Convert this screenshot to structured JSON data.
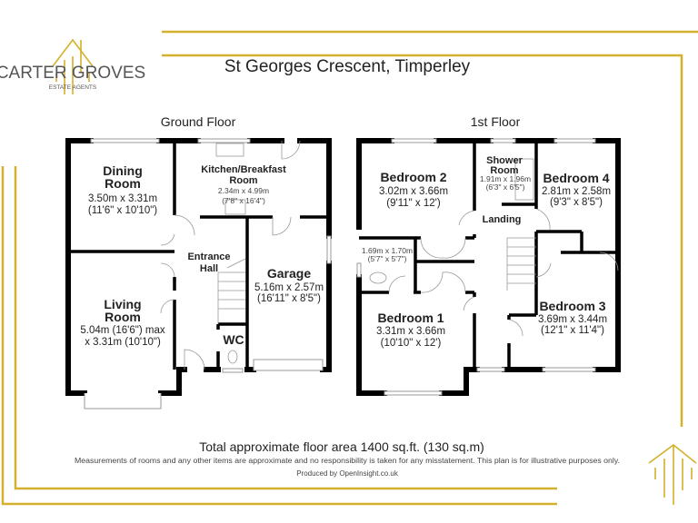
{
  "logo": {
    "brand": "CARTER GROVES",
    "tagline": "ESTATE AGENTS",
    "accent_color": "#d4b12a"
  },
  "title": "St Georges Crescent, Timperley",
  "ground_floor": {
    "label": "Ground Floor",
    "rooms": {
      "dining": {
        "name1": "Dining",
        "name2": "Room",
        "metric": "3.50m x 3.31m",
        "imperial": "(11'6\" x 10'10\")"
      },
      "kitchen": {
        "name1": "Kitchen/Breakfast",
        "name2": "Room",
        "metric": "2.34m x 4.99m",
        "imperial": "(7'8\" x 16'4\")"
      },
      "hall": {
        "name1": "Entrance",
        "name2": "Hall"
      },
      "garage": {
        "name": "Garage",
        "metric": "5.16m x 2.57m",
        "imperial": "(16'11\" x 8'5\")"
      },
      "living": {
        "name1": "Living",
        "name2": "Room",
        "dims1": "5.04m (16'6\") max",
        "dims2": "x 3.31m (10'10\")"
      },
      "wc": {
        "name": "WC"
      }
    }
  },
  "first_floor": {
    "label": "1st Floor",
    "rooms": {
      "bedroom2": {
        "name": "Bedroom 2",
        "metric": "3.02m x 3.66m",
        "imperial": "(9'11\" x 12')"
      },
      "shower": {
        "name1": "Shower",
        "name2": "Room",
        "metric": "1.91m x 1.96m",
        "imperial": "(6'3\" x 6'5\")"
      },
      "bedroom4": {
        "name": "Bedroom 4",
        "metric": "2.81m x 2.58m",
        "imperial": "(9'3\" x 8'5\")"
      },
      "landing": {
        "name": "Landing"
      },
      "ensuite": {
        "metric": "1.69m x 1.70m",
        "imperial": "(5'7\" x 5'7\")"
      },
      "bedroom1": {
        "name": "Bedroom 1",
        "metric": "3.31m x 3.66m",
        "imperial": "(10'10\" x 12')"
      },
      "bedroom3": {
        "name": "Bedroom 3",
        "metric": "3.69m x 3.44m",
        "imperial": "(12'1\" x 11'4\")"
      }
    }
  },
  "footer": {
    "total_area": "Total approximate floor area 1400 sq.ft. (130 sq.m)",
    "disclaimer": "Measurements of rooms and any other items are approximate and no responsibility is taken for any misstatement. This plan is for illustrative purposes only.",
    "produced_by": "Produced by OpenInsight.co.uk"
  }
}
